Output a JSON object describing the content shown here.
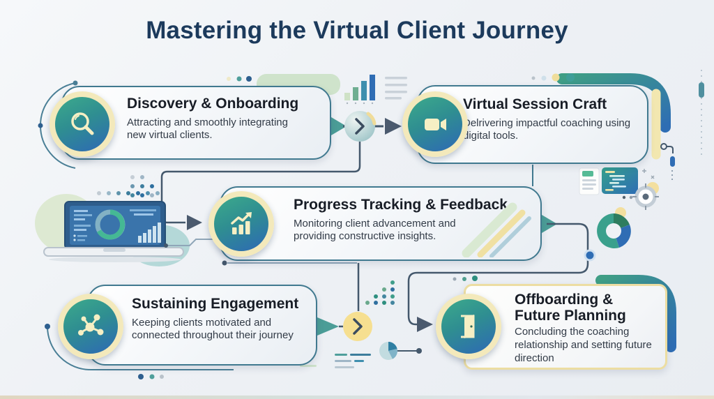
{
  "header": {
    "title": "Mastering the Virtual Client Journey"
  },
  "cards": [
    {
      "id": "discovery",
      "title": "Discovery & Onboarding",
      "description": "Attracting and smoothly integrating new virtual clients.",
      "icon": "magnifier-icon"
    },
    {
      "id": "session",
      "title": "Virtual Session Craft",
      "description": "Delrivering impactful coaching using digital tools.",
      "icon": "video-camera-icon"
    },
    {
      "id": "progress",
      "title": "Progress Tracking & Feedback",
      "description": "Monitoring client advancement and providing constructive insights.",
      "icon": "growth-chart-icon"
    },
    {
      "id": "sustaining",
      "title": "Sustaining Engagement",
      "description": "Keeping clients motivated and connected throughout their journey",
      "icon": "network-nodes-icon"
    },
    {
      "id": "offboarding",
      "title": "Offboarding & Future Planning",
      "description": "Concluding the coaching relationship and setting future direction",
      "icon": "open-door-icon"
    }
  ],
  "decorations": {
    "icons": [
      "laptop-dashboard-illustration",
      "mini-bar-chart",
      "donut-chart",
      "pie-chart",
      "target-icon",
      "document-list-icon",
      "code-panel-icon",
      "chevron-circle",
      "flow-arrow",
      "dot-grid"
    ],
    "colors": {
      "title_navy": "#1c3a5c",
      "accent_teal": "#3f9e85",
      "accent_blue": "#2e6db4",
      "accent_cream": "#f3e9bb",
      "accent_yellow": "#f6df90",
      "line_slate": "#44586c",
      "card_border": "#40798f"
    }
  }
}
